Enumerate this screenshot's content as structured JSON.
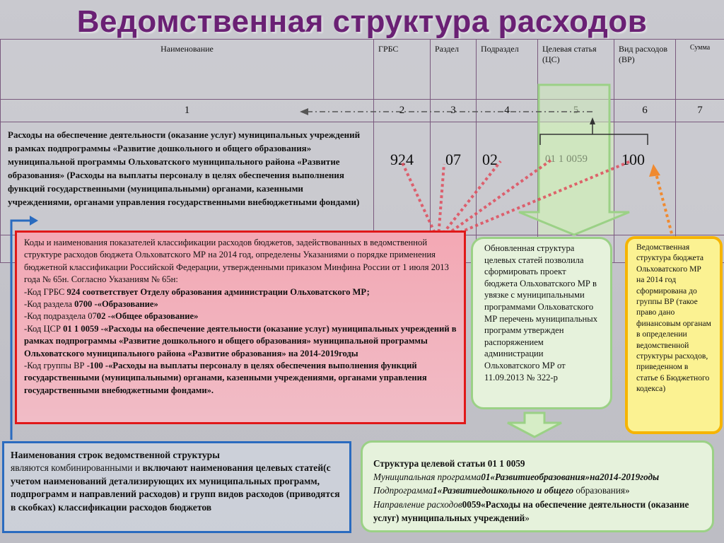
{
  "title": "Ведомственная структура расходов",
  "table": {
    "headers": [
      "Наименование",
      "ГРБС",
      "Раздел",
      "Подраздел",
      "Целевая статья (ЦС)",
      "Вид расходов (ВР)",
      "Сумма"
    ],
    "numbers": [
      "1",
      "2",
      "3",
      "4",
      "5",
      "6",
      "7"
    ],
    "row": {
      "name": "Расходы на обеспечение деятельности (оказание услуг) муниципальных учреждений в рамках подпрограммы «Развитие дошкольного и общего образования» муниципальной программы Ольховатского муниципального района «Развитие образования» (Расходы на выплаты персоналу в целях обеспечения выполнения функций государственными (муниципальными) органами, казенными учреждениями, органами управления государственными внебюджетными фондами)",
      "grbs": "924",
      "razdel": "07",
      "podrazdel": "02",
      "cs": "01 1 0059",
      "vr": "100",
      "summa": ""
    }
  },
  "red_box": {
    "intro": "Коды и наименования показателей классификации расходов бюджетов, задействованных в ведомственной структуре расходов бюджета  Ольховатского МР на 2014 год, определены Указаниями о порядке применения бюджетной классификации Российской Федерации, утвержденными приказом Минфина России от 1 июля 2013 года № 65н. Согласно Указаниям № 65н:",
    "l1_prefix": "-Код ГРБС ",
    "l1_bold": "924 соответствует Отделу образования администрации Ольховатского МР;",
    "l2_prefix": "-Код раздела ",
    "l2_bold": "0700 -«Образование»",
    "l3_prefix": "-Код подраздела 07",
    "l3_bold": "02 -«Общее образование»",
    "l4_prefix": "-Код ЦСР ",
    "l4_bold": "01 1 0059 -«Расходы на обеспечение деятельности (оказание услуг) муниципальных учреждений в рамках подпрограммы «Развитие дошкольного и общего образования» муниципальной программы Ольховатского муниципального района «Развитие образования» на 2014-2019годы",
    "l5_prefix": "-Код группы  ВР ",
    "l5_bold": "-100 -«Расходы на выплаты персоналу в целях обеспечения выполнения функций государственными (муниципальными) органами, казенными учреждениями, органами управления государственными внебюджетными фондами»."
  },
  "blue_box": {
    "p1": "Наименования строк ведомственной структуры",
    "p2_normal": "являются комбинированными и ",
    "p2_bold": "включают наименования целевых статей(с учетом наименований детализирующих их муниципальных программ, подпрограмм и направлений расходов) и групп видов расходов (приводятся в скобках) классификации расходов бюджетов"
  },
  "green_box_1": "Обновленная структура целевых статей позволила сформировать проект бюджета Ольховатского МР в увязке с  муниципальными программами Ольховатского МР перечень муниципальных программ утвержден распоряжением администрации Ольховатского МР от 11.09.2013 № 322-р",
  "green_box_2": {
    "heading": "Структура целевой статьи 01 1 0059",
    "l1_italic": "Муниципальная программа",
    "l1_bold": "01«Развитиеобразования»на2014-2019годы",
    "l2_italic": "Подпрограмма",
    "l2_bold": "1«Развитиедошкольного и общего",
    "l2_tail": " образования»",
    "l3_italic": "Направление расходов",
    "l3_bold": "0059«Расходы на обеспечение деятельности (оказание услуг) муниципальных учреждений",
    "l3_tail": "»"
  },
  "yellow_box": "Ведомственная структура бюджета Ольховатского МР на 2014 год сформирована до группы ВР (такое право дано финансовым органам в определении ведомственной структуры расходов, приведенном в статье 6 Бюджетного кодекса)",
  "colors": {
    "title": "#6a2074",
    "red_border": "#e01818",
    "blue_border": "#2a6bbf",
    "green_border": "#9bd186",
    "yellow_border": "#f6b400",
    "arrow_orange": "#f08a30"
  }
}
